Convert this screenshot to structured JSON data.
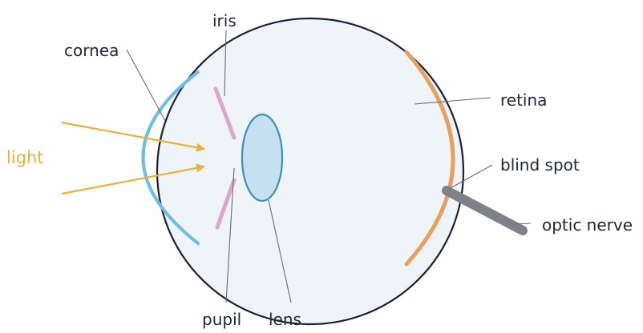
{
  "labels": {
    "iris": "iris",
    "cornea": "cornea",
    "retina": "retina",
    "light": "light",
    "blind_spot": "blind spot",
    "optic_nerve": "optic nerve",
    "pupil": "pupil",
    "lens": "lens"
  },
  "colors": {
    "eyeball_fill": "#eef4f8",
    "eyeball_outline": "#1c2233",
    "cornea": "#6dbde6",
    "iris": "#e0a5c8",
    "lens_fill": "#c6e0f0",
    "lens_outline": "#3a8fc0",
    "retina": "#e6a060",
    "optic_nerve": "#7e8188",
    "light": "#ebb13a",
    "label_text": "#1e2638",
    "leader_line": "#666b73"
  }
}
